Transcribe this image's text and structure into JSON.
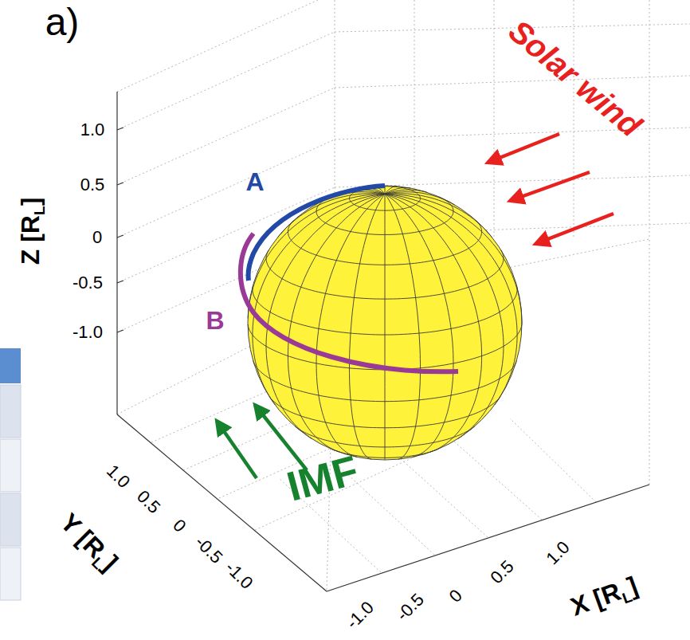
{
  "diagram": {
    "labels": [
      "a)",
      "Solar wind",
      "A",
      "B",
      "Z [R",
      "L",
      "]",
      "1.0",
      "0.5",
      "0",
      "-0.5",
      "-1.0",
      "IMF",
      "1.0",
      "0.5",
      "0",
      "-0.5",
      "-1.0",
      "Y [R",
      "L",
      "]",
      "-1.0",
      "-0.5",
      "0",
      "0.5",
      "1.0",
      "X [R",
      "L",
      "]"
    ]
  }
}
